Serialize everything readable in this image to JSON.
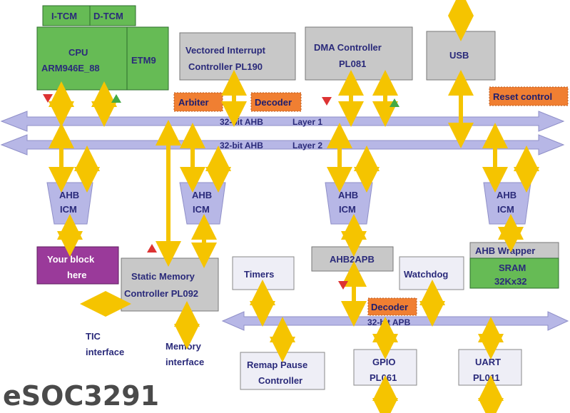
{
  "tcm": {
    "i": "I-TCM",
    "d": "D-TCM"
  },
  "cpu": {
    "line1": "CPU",
    "line2": "ARM946E_88",
    "etm": "ETM9"
  },
  "vic": {
    "line1": "Vectored Interrupt",
    "line2": "Controller PL190"
  },
  "dma": {
    "line1": "DMA Controller",
    "line2": "PL081"
  },
  "usb": "USB",
  "arbiter": "Arbiter",
  "decoder_ahb": "Decoder",
  "reset": "Reset control",
  "bus1": {
    "name": "32-bit AHB",
    "layer": "Layer 1"
  },
  "bus2": {
    "name": "32-bit AHB",
    "layer": "Layer 2"
  },
  "icm": {
    "line1": "AHB",
    "line2": "ICM"
  },
  "yourblock": {
    "line1": "Your block",
    "line2": "here"
  },
  "smc": {
    "line1": "Static Memory",
    "line2": "Controller PL092"
  },
  "timers": "Timers",
  "ahb2apb": "AHB2APB",
  "watchdog": "Watchdog",
  "ahbwrapper": "AHB Wrapper",
  "sram": {
    "line1": "SRAM",
    "line2": "32Kx32"
  },
  "decoder_apb": "Decoder",
  "apb": "32-bit  APB",
  "tic": {
    "line1": "TIC",
    "line2": "interface"
  },
  "memif": {
    "line1": "Memory",
    "line2": "interface"
  },
  "remap": {
    "line1": "Remap Pause",
    "line2": "Controller"
  },
  "gpio": {
    "line1": "GPIO",
    "line2": "PL061"
  },
  "uart": {
    "line1": "UART",
    "line2": "PL011"
  },
  "chip": "eSOC3291",
  "colors": {
    "bus": "#b7b7e6",
    "arrow": "#f5c400",
    "green": "#66bb55",
    "gray": "#c8c8c8",
    "orange": "#f07f32",
    "purple": "#9a3a9a"
  }
}
